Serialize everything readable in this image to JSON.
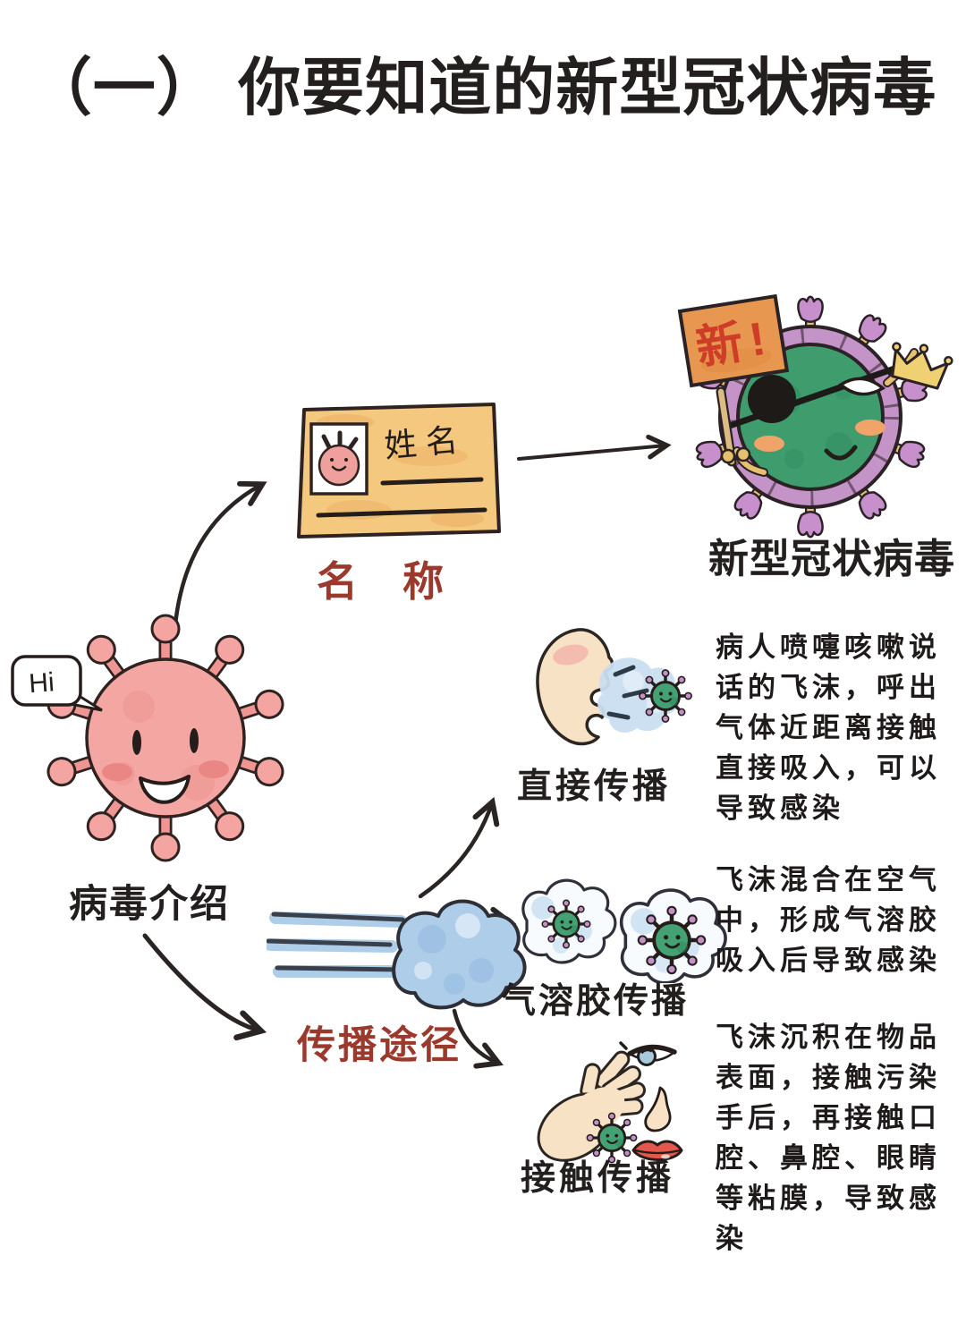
{
  "title": "（一） 你要知道的新型冠状病毒",
  "palette": {
    "accent_red": "#9A392C",
    "sign_red": "#CE3D28",
    "virus_pink": "#F4A5A1",
    "virus_green": "#43A173",
    "membrane_purple": "#C493C8",
    "wind_blue": "#AECDE9",
    "card_orange": "#F4C87E",
    "skin": "#F8E2C6",
    "text_black": "#241f1f"
  },
  "intro": {
    "speech_bubble": "Hi",
    "label": "病毒介绍"
  },
  "naming": {
    "label": "名称",
    "card_field_label": "姓名",
    "sign_text": "新!",
    "result_label": "新型冠状病毒"
  },
  "transmission": {
    "label": "传播途径",
    "routes": [
      {
        "label": "直接传播",
        "desc": "病人喷嚏咳嗽说\n话的飞沫，呼出\n气体近距离接触\n直接吸入，可以\n导致感染"
      },
      {
        "label": "气溶胶传播",
        "desc": "飞沫混合在空气\n中，形成气溶胶\n吸入后导致感染"
      },
      {
        "label": "接触传播",
        "desc": "飞沫沉积在物品\n表面，接触污染\n手后，再接触口\n腔、鼻腔、眼睛\n等粘膜，导致感\n染"
      }
    ]
  }
}
